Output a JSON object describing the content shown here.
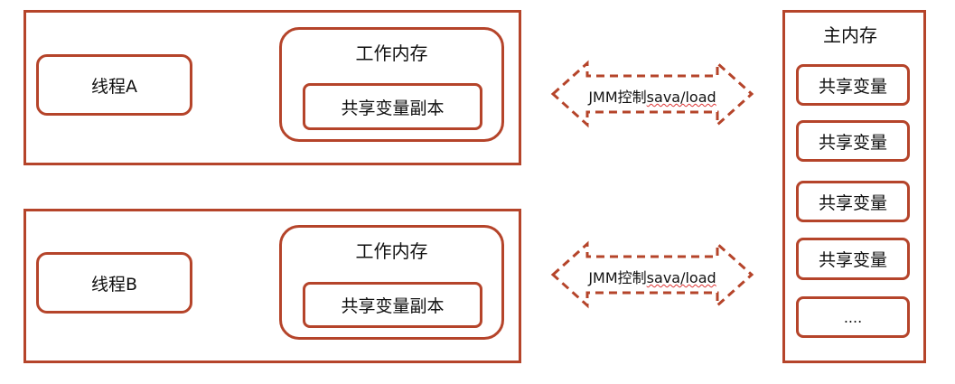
{
  "threads": [
    {
      "outer": "thread-group-a",
      "label": "线程A",
      "work_memory": "工作内存",
      "copy": "共享变量副本"
    },
    {
      "outer": "thread-group-b",
      "label": "线程B",
      "work_memory": "工作内存",
      "copy": "共享变量副本"
    }
  ],
  "jmm_arrow": {
    "prefix": "JMM控制",
    "suffix": "sava/load"
  },
  "main_memory": {
    "title": "主内存",
    "items": [
      "共享变量",
      "共享变量",
      "共享变量",
      "共享变量",
      "...."
    ]
  },
  "colors": {
    "border": "#B5442A",
    "connector": "#555555"
  }
}
